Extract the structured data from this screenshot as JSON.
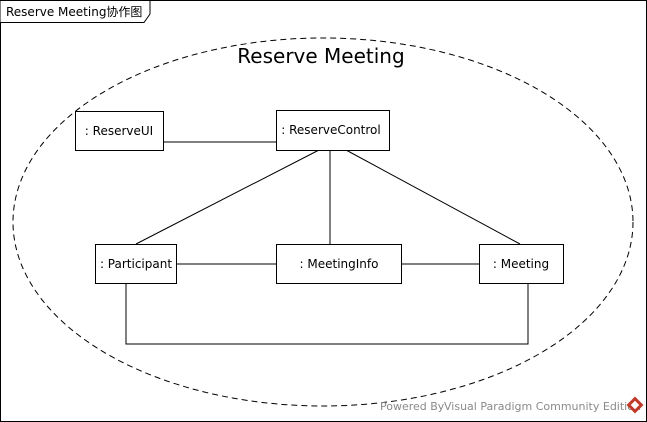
{
  "frame": {
    "title": "Reserve Meeting协作图"
  },
  "collaboration": {
    "title": "Reserve Meeting"
  },
  "objects": {
    "reserve_ui": ": ReserveUI",
    "reserve_control": ": ReserveControl",
    "participant": ": Participant",
    "meeting_info": ": MeetingInfo",
    "meeting": ": Meeting"
  },
  "footer": {
    "powered_by": "Powered By",
    "product": "Visual Paradigm Community Edition",
    "logo_icon": "visual-paradigm-logo-icon"
  },
  "colors": {
    "line": "#000000",
    "footer_text": "#8a8a8a",
    "logo": "#c0392b"
  }
}
